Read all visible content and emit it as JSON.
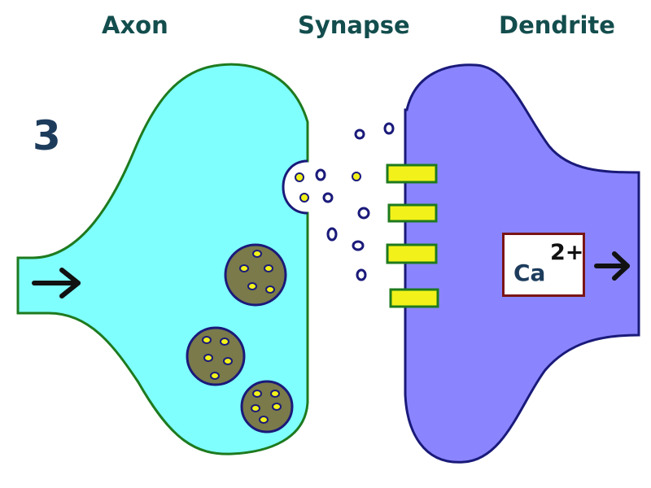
{
  "headers": {
    "axon": "Axon",
    "synapse": "Synapse",
    "dendrite": "Dendrite"
  },
  "step_number": "3",
  "ion": {
    "base": "Ca",
    "charge": "2+"
  },
  "colors": {
    "axon_fill": "#80ffff",
    "axon_stroke": "#1e7a1e",
    "dendrite_fill": "#8a85ff",
    "dendrite_stroke": "#1a1a7a",
    "vesicle_fill": "#7a7a4a",
    "vesicle_stroke": "#1a1a7a",
    "receptor_fill": "#f2f21a",
    "receptor_stroke": "#1e7a1e",
    "neurotransmitter": "#1a1a7a",
    "ion_box_border": "#7a1515",
    "arrow": "#111111"
  },
  "icons": {
    "input_arrow": "right-arrow-icon",
    "output_arrow": "right-arrow-icon"
  }
}
